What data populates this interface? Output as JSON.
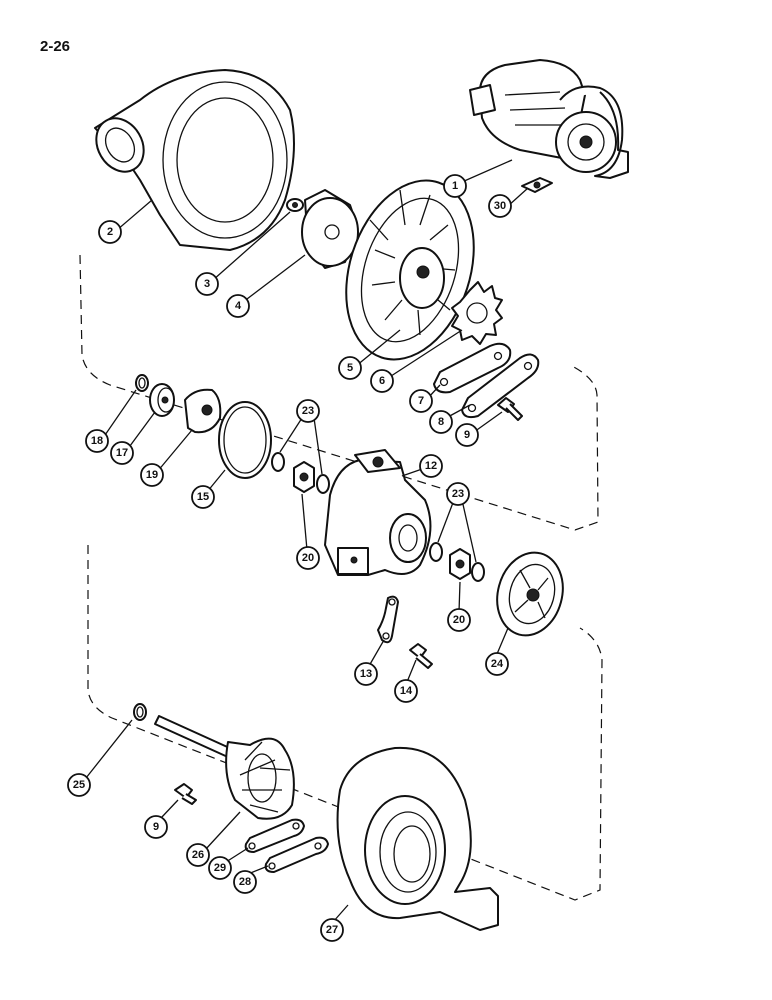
{
  "page": {
    "number": "2-26"
  },
  "callouts": [
    {
      "id": "c1",
      "label": "1"
    },
    {
      "id": "c30",
      "label": "30"
    },
    {
      "id": "c2",
      "label": "2"
    },
    {
      "id": "c3",
      "label": "3"
    },
    {
      "id": "c4",
      "label": "4"
    },
    {
      "id": "c5",
      "label": "5"
    },
    {
      "id": "c6",
      "label": "6"
    },
    {
      "id": "c7",
      "label": "7"
    },
    {
      "id": "c8",
      "label": "8"
    },
    {
      "id": "c9a",
      "label": "9"
    },
    {
      "id": "c18",
      "label": "18"
    },
    {
      "id": "c17",
      "label": "17"
    },
    {
      "id": "c19",
      "label": "19"
    },
    {
      "id": "c15",
      "label": "15"
    },
    {
      "id": "c23a",
      "label": "23"
    },
    {
      "id": "c12",
      "label": "12"
    },
    {
      "id": "c20a",
      "label": "20"
    },
    {
      "id": "c23b",
      "label": "23"
    },
    {
      "id": "c20b",
      "label": "20"
    },
    {
      "id": "c24",
      "label": "24"
    },
    {
      "id": "c13",
      "label": "13"
    },
    {
      "id": "c14",
      "label": "14"
    },
    {
      "id": "c25",
      "label": "25"
    },
    {
      "id": "c9b",
      "label": "9"
    },
    {
      "id": "c26",
      "label": "26"
    },
    {
      "id": "c29",
      "label": "29"
    },
    {
      "id": "c28",
      "label": "28"
    },
    {
      "id": "c27",
      "label": "27"
    }
  ]
}
